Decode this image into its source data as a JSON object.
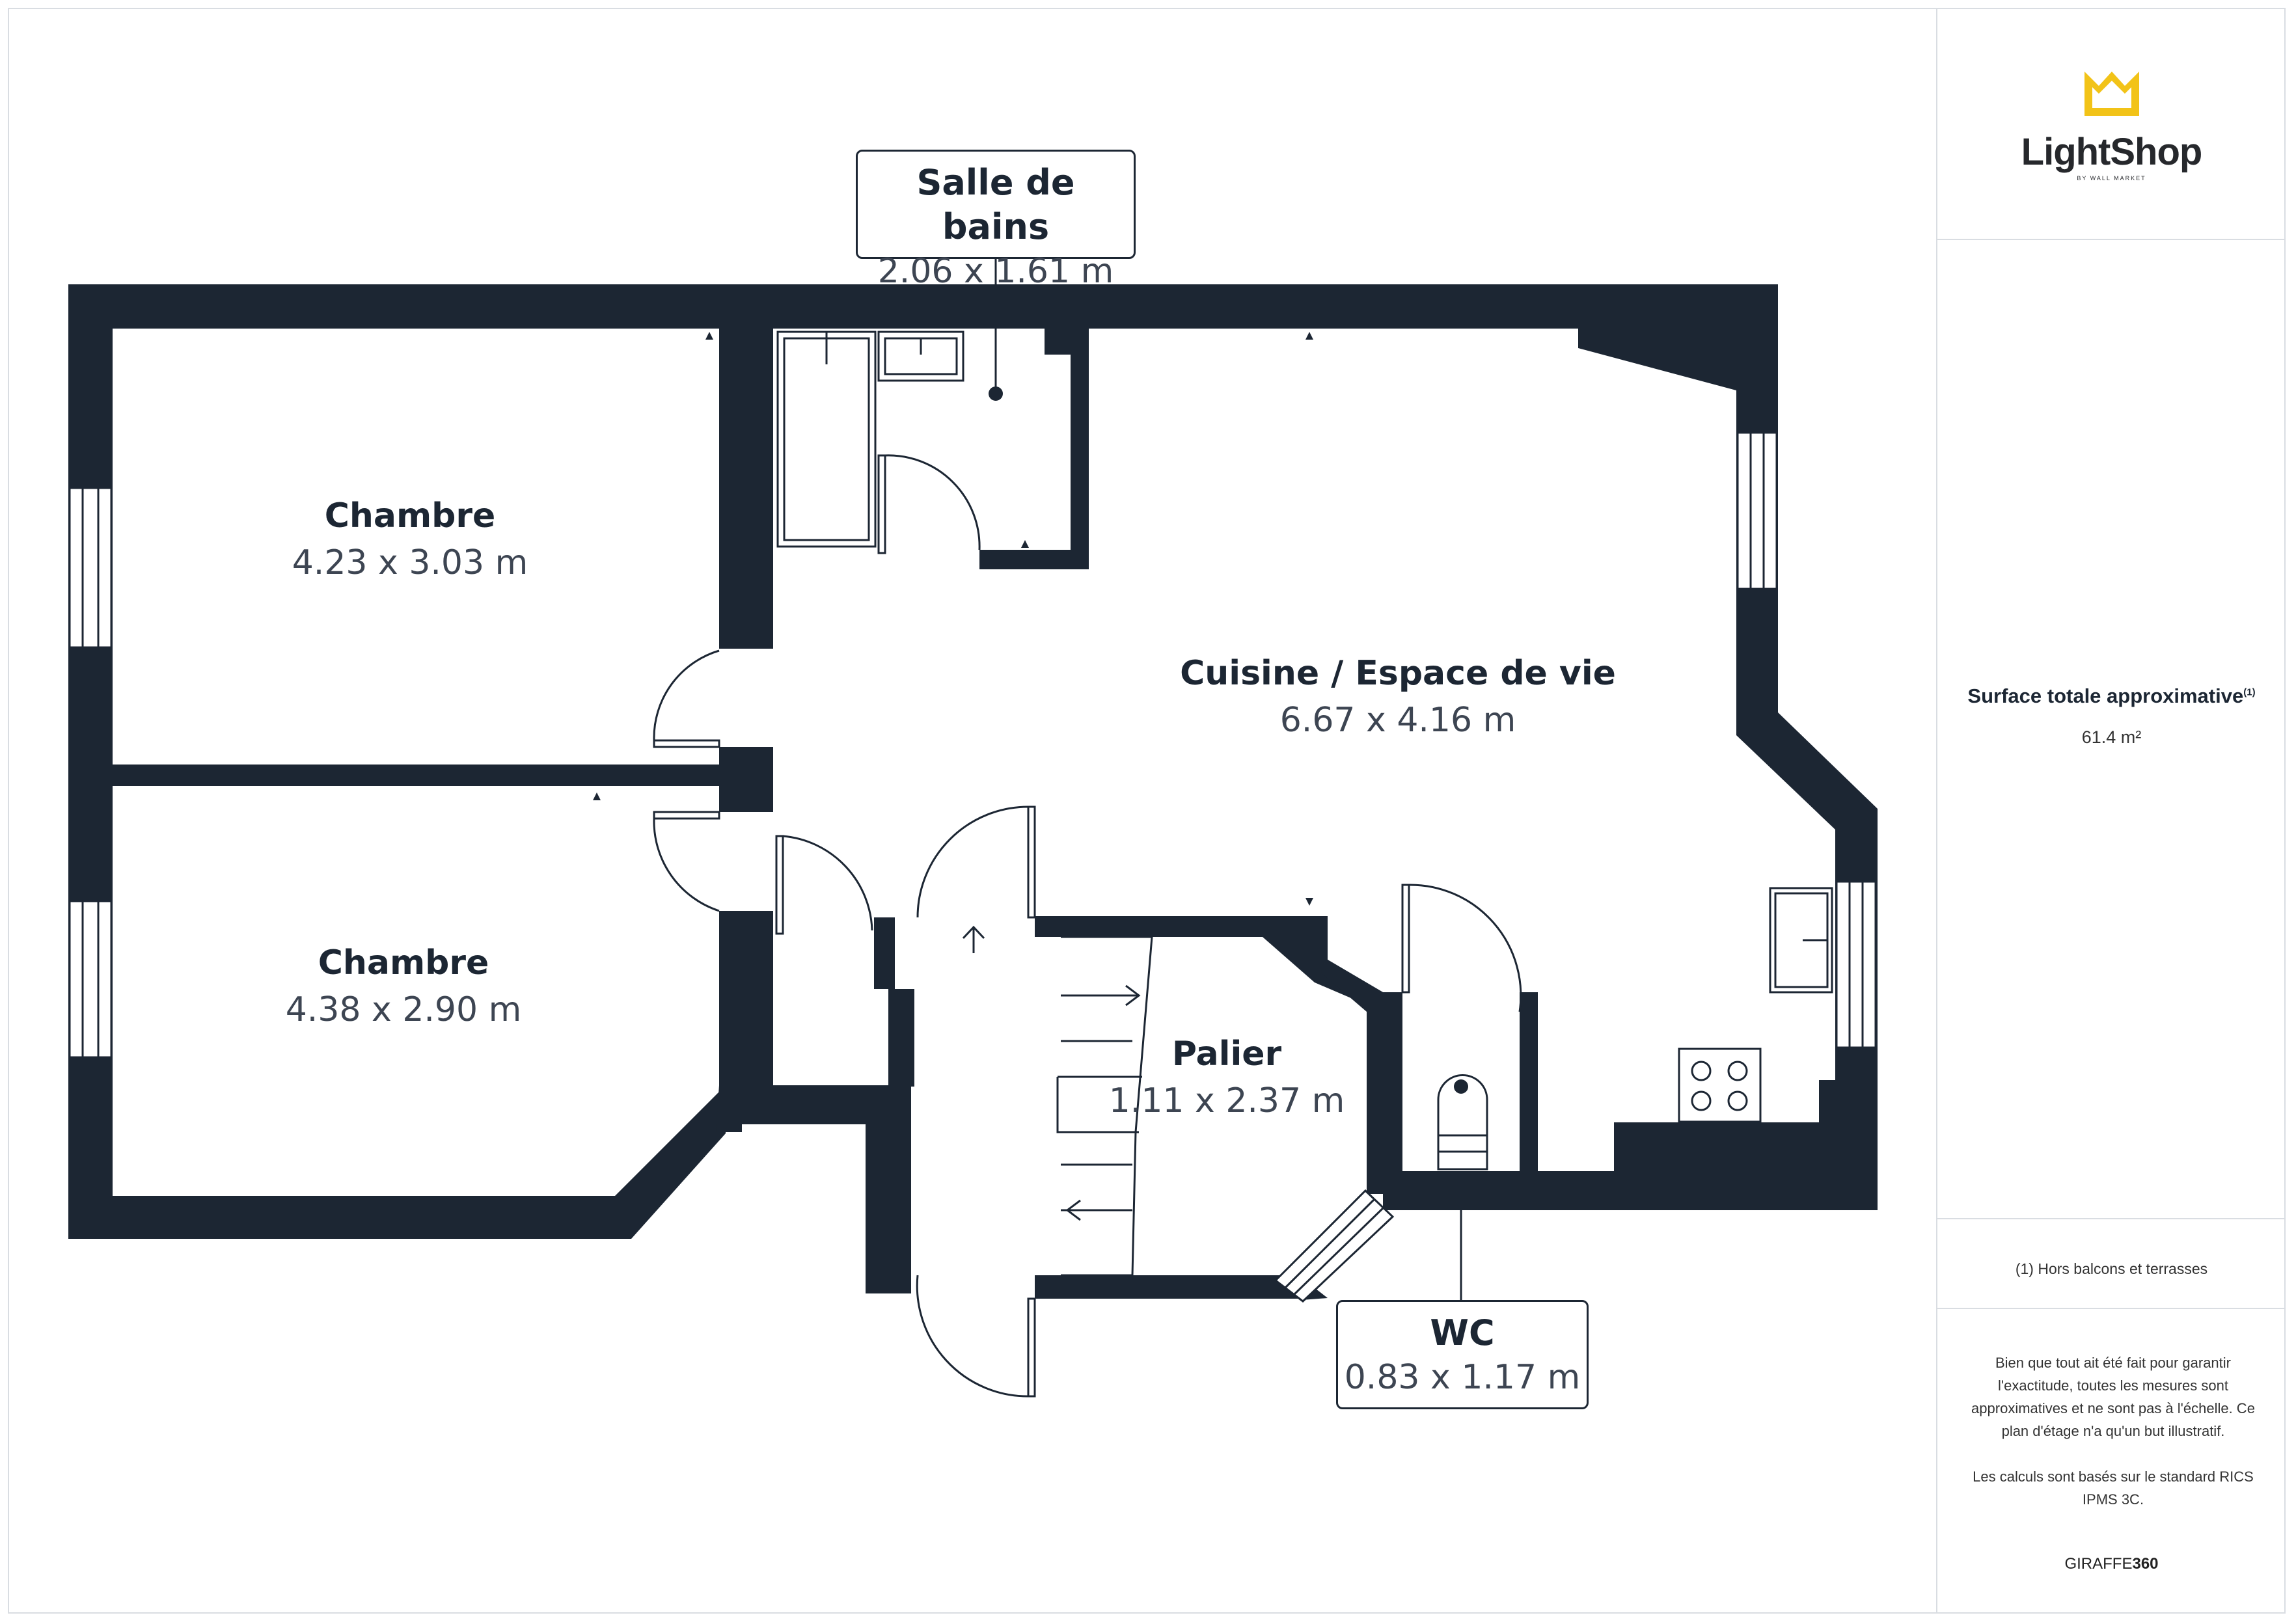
{
  "brand": {
    "name": "LightShop",
    "sub": "BY WALL MARKET",
    "color": "#f2c318"
  },
  "colors": {
    "wall": "#1c2633",
    "text": "#1c2633",
    "frame": "#d9dde2"
  },
  "rooms": {
    "chambre1": {
      "name": "Chambre",
      "dim": "4.23 x 3.03 m"
    },
    "chambre2": {
      "name": "Chambre",
      "dim": "4.38 x 2.90 m"
    },
    "cuisine": {
      "name": "Cuisine / Espace de vie",
      "dim": "6.67 x 4.16 m"
    },
    "palier": {
      "name": "Palier",
      "dim": "1.11 x 2.37 m"
    },
    "sdb": {
      "name": "Salle de bains",
      "dim": "2.06 x 1.61 m"
    },
    "wc": {
      "name": "WC",
      "dim": "0.83 x 1.17 m"
    }
  },
  "sidebar": {
    "area_title": "Surface totale approximative",
    "area_sup": "(1)",
    "area_value": "61.4 m²",
    "note": "(1) Hors balcons et terrasses",
    "disclaimer1": "Bien que tout ait été fait pour garantir l'exactitude, toutes les mesures sont approximatives et ne sont pas à l'échelle. Ce plan d'étage n'a qu'un but illustratif.",
    "disclaimer2": "Les calculs sont basés sur le standard RICS IPMS 3C.",
    "giraffe_a": "GIRAFFE",
    "giraffe_b": "360"
  }
}
